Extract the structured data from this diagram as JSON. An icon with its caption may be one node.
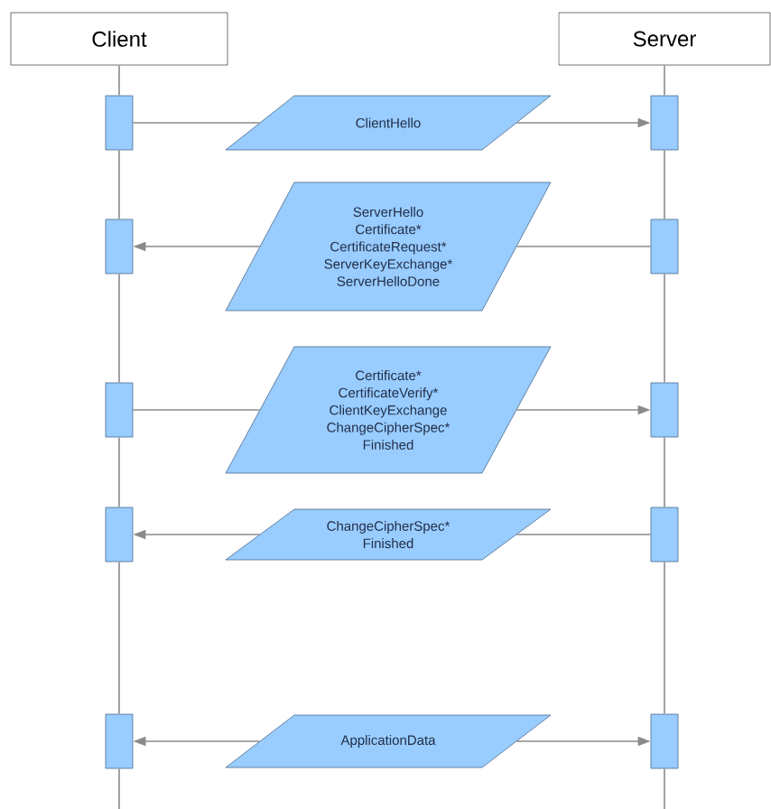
{
  "diagram": {
    "nodes": [
      {
        "text": [
          "Client"
        ]
      },
      {
        "text": [
          "Server"
        ]
      },
      {
        "text": [],
        "shape": "bar"
      },
      {
        "text": [
          "ClientHello"
        ]
      },
      {
        "text": [],
        "shape": "bar"
      },
      {
        "text": [],
        "shape": "bar"
      },
      {
        "text": [
          "ServerHello",
          "Certificate*",
          "CertificateRequest*",
          "ServerKeyExchange*",
          "ServerHelloDone"
        ]
      },
      {
        "text": [],
        "shape": "bar"
      },
      {
        "text": [],
        "shape": "bar"
      },
      {
        "text": [
          "Certificate*",
          "CertificateVerify*",
          "ClientKeyExchange",
          "ChangeCipherSpec*",
          "Finished"
        ]
      },
      {
        "text": [],
        "shape": "bar"
      },
      {
        "text": [],
        "shape": "bar"
      },
      {
        "text": [
          "ChangeCipherSpec*",
          "Finished"
        ]
      },
      {
        "text": [],
        "shape": "bar"
      },
      {
        "text": [],
        "shape": "bar"
      },
      {
        "text": [
          "ApplicationData"
        ]
      },
      {
        "text": [],
        "shape": "bar"
      }
    ],
    "edges": [
      {
        "from": 0,
        "to": 2,
        "arrow": "none"
      },
      {
        "from": 2,
        "to": 5,
        "arrow": "none"
      },
      {
        "from": 5,
        "to": 8,
        "arrow": "none"
      },
      {
        "from": 8,
        "to": 11,
        "arrow": "none"
      },
      {
        "from": 11,
        "to": 14,
        "arrow": "none"
      },
      {
        "from": 14,
        "to": null,
        "arrow": "none"
      },
      {
        "from": 1,
        "to": 4,
        "arrow": "none"
      },
      {
        "from": 4,
        "to": 7,
        "arrow": "none"
      },
      {
        "from": 7,
        "to": 10,
        "arrow": "none"
      },
      {
        "from": 10,
        "to": 13,
        "arrow": "none"
      },
      {
        "from": 13,
        "to": 16,
        "arrow": "none"
      },
      {
        "from": 16,
        "to": null,
        "arrow": "none"
      },
      {
        "from": 2,
        "to": 3,
        "arrow": "none"
      },
      {
        "from": 3,
        "to": 4,
        "arrow": "to"
      },
      {
        "from": 7,
        "to": 6,
        "arrow": "none"
      },
      {
        "from": 6,
        "to": 5,
        "arrow": "to"
      },
      {
        "from": 8,
        "to": 9,
        "arrow": "none"
      },
      {
        "from": 9,
        "to": 10,
        "arrow": "to"
      },
      {
        "from": 13,
        "to": 12,
        "arrow": "none"
      },
      {
        "from": 12,
        "to": 11,
        "arrow": "to"
      },
      {
        "from": 15,
        "to": 14,
        "arrow": "to"
      },
      {
        "from": 15,
        "to": 16,
        "arrow": "to"
      }
    ]
  }
}
